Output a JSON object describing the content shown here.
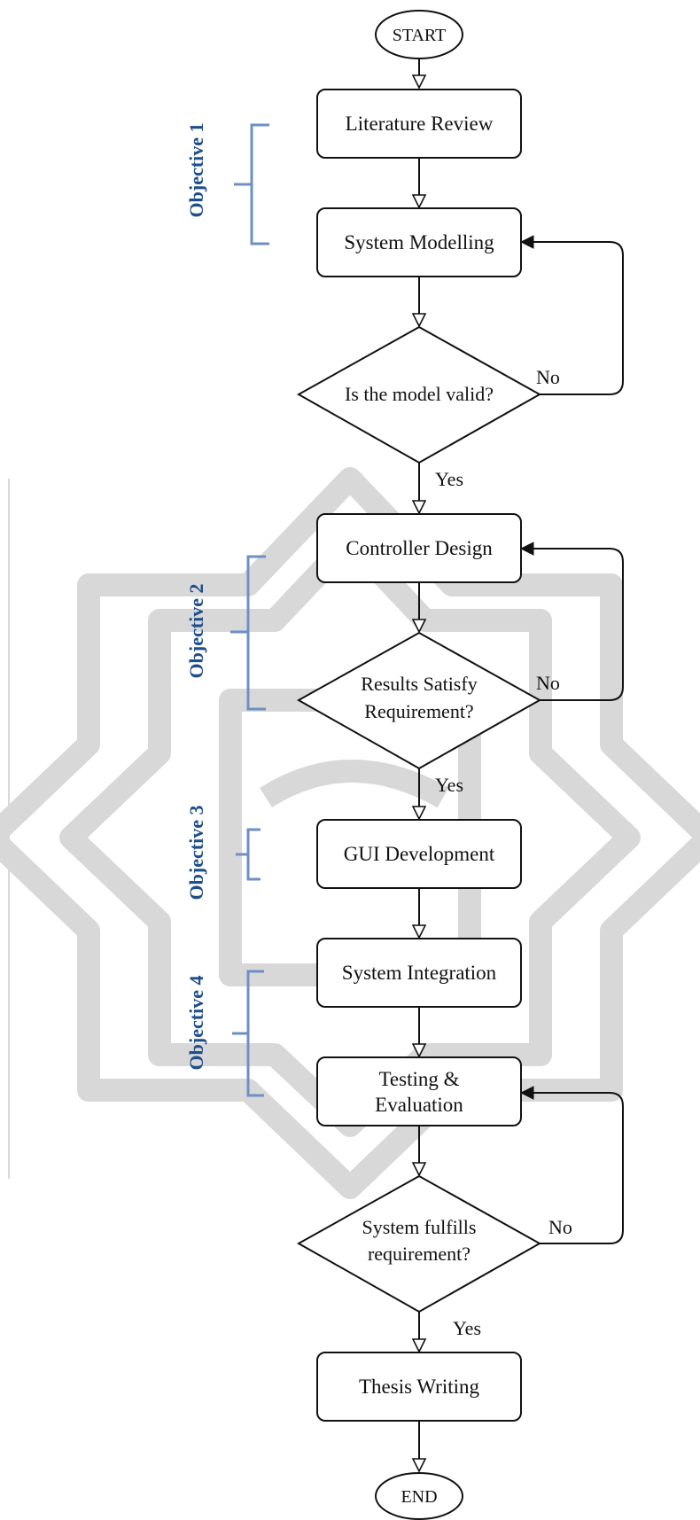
{
  "colors": {
    "objective_text": "#1f4e8c",
    "bracket": "#6f8fc4",
    "line": "#111111",
    "watermark": "#d4d4d4"
  },
  "watermark": {
    "icon": "eight-point-star-emblem-watermark"
  },
  "nodes": {
    "start": {
      "label": "START"
    },
    "literature_review": {
      "label": "Literature Review"
    },
    "system_modelling": {
      "label": "System Modelling"
    },
    "model_valid": {
      "label": "Is the model valid?"
    },
    "controller_design": {
      "label": "Controller Design"
    },
    "results_satisfy": {
      "line1": "Results Satisfy",
      "line2": "Requirement?"
    },
    "gui_development": {
      "label": "GUI Development"
    },
    "system_integration": {
      "label": "System Integration"
    },
    "testing": {
      "line1": "Testing &",
      "line2": "Evaluation"
    },
    "system_fulfills": {
      "line1": "System fulfills",
      "line2": "requirement?"
    },
    "thesis_writing": {
      "label": "Thesis Writing"
    },
    "end": {
      "label": "END"
    }
  },
  "edge_labels": {
    "model_valid_no": "No",
    "model_valid_yes": "Yes",
    "results_satisfy_no": "No",
    "results_satisfy_yes": "Yes",
    "system_fulfills_no": "No",
    "system_fulfills_yes": "Yes"
  },
  "objectives": [
    {
      "label": "Objective 1"
    },
    {
      "label": "Objective 2"
    },
    {
      "label": "Objective 3"
    },
    {
      "label": "Objective 4"
    }
  ]
}
